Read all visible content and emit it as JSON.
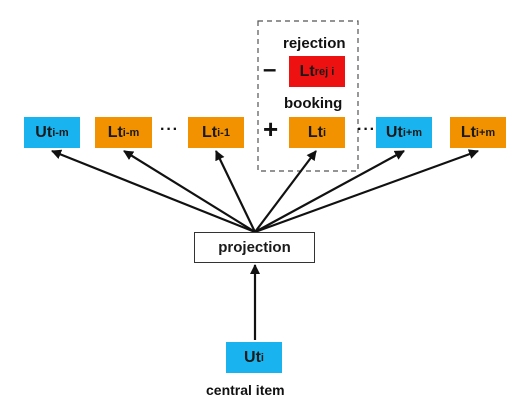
{
  "colors": {
    "user_item": "#19b4ef",
    "listing_item": "#f39200",
    "rejected_item": "#ee1111",
    "arrow": "#111111",
    "dashed_border": "#555555"
  },
  "context": {
    "ut_im": {
      "base": "Ut",
      "sub": "i-m"
    },
    "lt_im": {
      "base": "Lt",
      "sub": "i-m"
    },
    "lt_i1": {
      "base": "Lt",
      "sub": "i-1"
    },
    "lt_i": {
      "base": "Lt",
      "sub": "i"
    },
    "ut_ip": {
      "base": "Ut",
      "sub": "i+m"
    },
    "lt_ip": {
      "base": "Lt",
      "sub": "i+m"
    }
  },
  "rejected": {
    "base": "Lt",
    "sub": "rej i"
  },
  "dots_left": "···",
  "dots_right": "···",
  "plus_sign": "+",
  "minus_sign": "–",
  "rejection_label": "rejection",
  "booking_label": "booking",
  "projection_label": "projection",
  "central": {
    "base": "Ut",
    "sub": "i"
  },
  "central_label": "central item"
}
